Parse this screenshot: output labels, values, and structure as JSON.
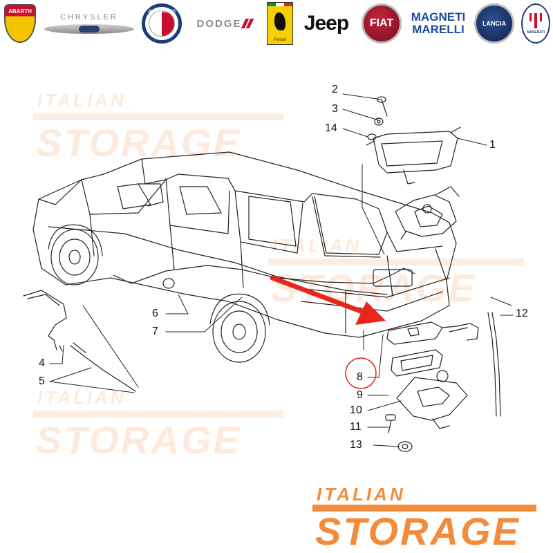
{
  "logos": [
    {
      "id": "abarth",
      "text": "ABARTH"
    },
    {
      "id": "chrysler",
      "text": "CHRYSLER"
    },
    {
      "id": "alfa",
      "text": "ALFA ROMEO"
    },
    {
      "id": "dodge",
      "text": "DODGE"
    },
    {
      "id": "ferrari",
      "text": "Ferrari"
    },
    {
      "id": "jeep",
      "text": "Jeep"
    },
    {
      "id": "fiat",
      "text": "FIAT"
    },
    {
      "id": "magneti",
      "line1": "MAGNETI",
      "line2": "MARELLI"
    },
    {
      "id": "lancia",
      "text": "LANCIA"
    },
    {
      "id": "maserati",
      "text": "MASERATI"
    }
  ],
  "watermark": {
    "word_small": "ITALIAN",
    "word_big": "STORAGE"
  },
  "corner_logo": {
    "word_small": "ITALIAN",
    "word_big": "STORAGE"
  },
  "callouts": [
    {
      "label": "2"
    },
    {
      "label": "3"
    },
    {
      "label": "14"
    },
    {
      "label": "1"
    },
    {
      "label": "12"
    },
    {
      "label": "6"
    },
    {
      "label": "7"
    },
    {
      "label": "4"
    },
    {
      "label": "5"
    },
    {
      "label": "8"
    },
    {
      "label": "9"
    },
    {
      "label": "10"
    },
    {
      "label": "11"
    },
    {
      "label": "13"
    }
  ],
  "colors": {
    "brand_orange": "#f28c3c",
    "highlight_red": "#e8261c",
    "line": "#222222"
  }
}
